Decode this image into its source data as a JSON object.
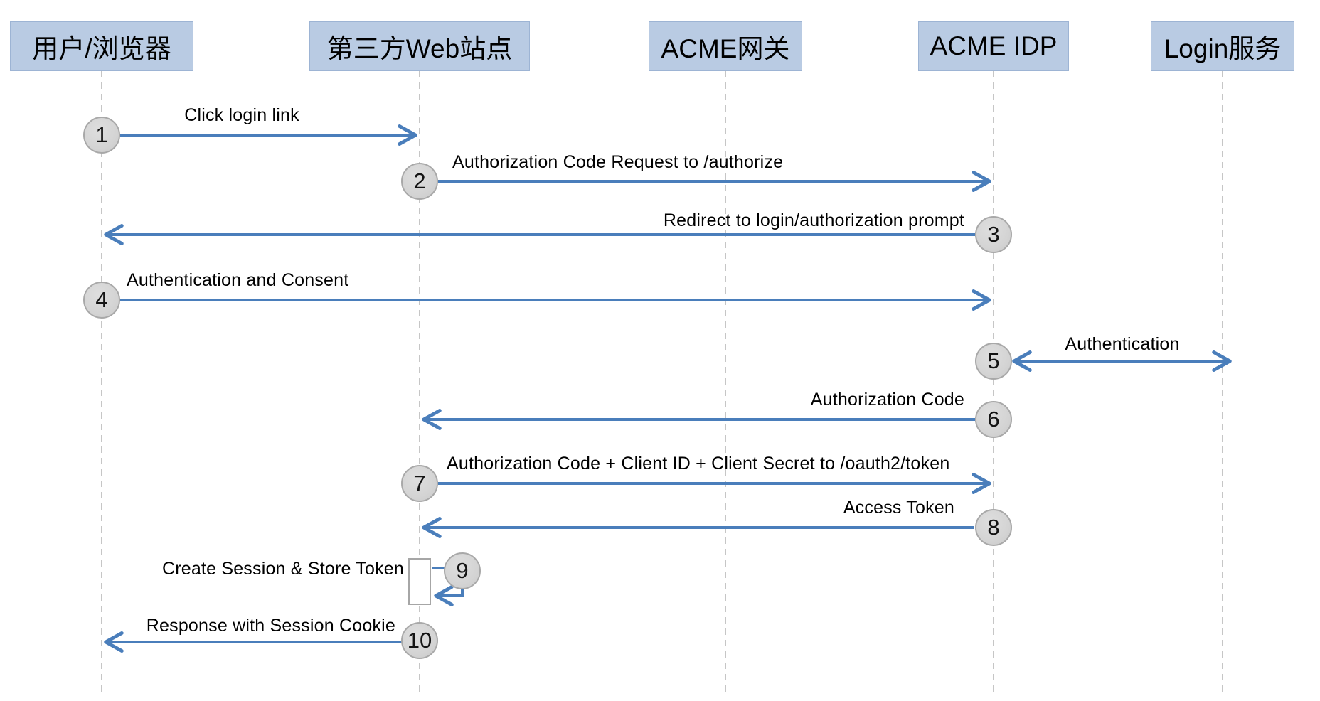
{
  "actors": [
    {
      "name": "用户/浏览器"
    },
    {
      "name": "第三方Web站点"
    },
    {
      "name": "ACME网关"
    },
    {
      "name": "ACME IDP"
    },
    {
      "name": "Login服务"
    }
  ],
  "steps": [
    {
      "num": "1",
      "label": "Click login link",
      "from": "用户/浏览器",
      "to": "第三方Web站点",
      "direction": "right"
    },
    {
      "num": "2",
      "label": "Authorization Code Request to /authorize",
      "from": "第三方Web站点",
      "to": "ACME IDP",
      "direction": "right"
    },
    {
      "num": "3",
      "label": "Redirect to login/authorization prompt",
      "from": "ACME IDP",
      "to": "用户/浏览器",
      "direction": "left"
    },
    {
      "num": "4",
      "label": "Authentication and Consent",
      "from": "用户/浏览器",
      "to": "ACME IDP",
      "direction": "right"
    },
    {
      "num": "5",
      "label": "Authentication",
      "from": "ACME IDP",
      "to": "Login服务",
      "direction": "both"
    },
    {
      "num": "6",
      "label": "Authorization Code",
      "from": "ACME IDP",
      "to": "第三方Web站点",
      "direction": "left"
    },
    {
      "num": "7",
      "label": "Authorization Code + Client ID + Client Secret to /oauth2/token",
      "from": "第三方Web站点",
      "to": "ACME IDP",
      "direction": "right"
    },
    {
      "num": "8",
      "label": "Access Token",
      "from": "ACME IDP",
      "to": "第三方Web站点",
      "direction": "left"
    },
    {
      "num": "9",
      "label": "Create Session & Store Token",
      "from": "第三方Web站点",
      "to": "第三方Web站点",
      "direction": "self"
    },
    {
      "num": "10",
      "label": "Response with Session Cookie",
      "from": "第三方Web站点",
      "to": "用户/浏览器",
      "direction": "left"
    }
  ],
  "colors": {
    "actor_fill": "#b9cbe3",
    "actor_border": "#9db4d4",
    "arrow": "#4a7ebb",
    "lifeline": "#c6c6c6",
    "badge_fill": "#d6d6d6",
    "badge_border": "#a8a8a8"
  }
}
